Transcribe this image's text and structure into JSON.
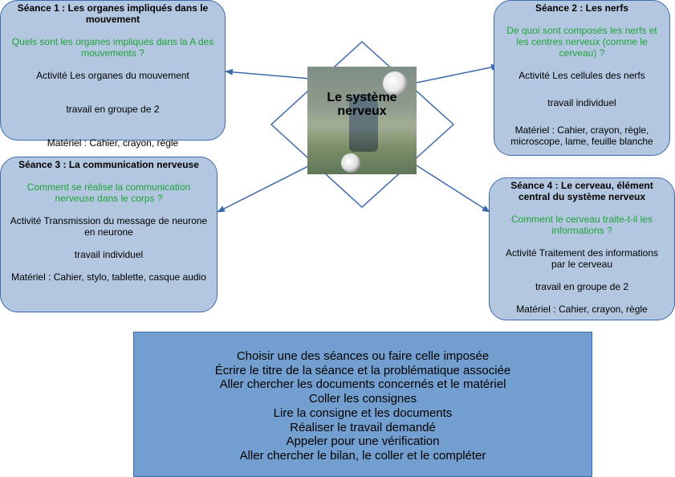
{
  "center": {
    "title": "Le système nerveux"
  },
  "sessions": [
    {
      "title": "Séance 1 : Les organes impliqués dans le mouvement",
      "question": "Quels sont les organes impliqués dans la A des mouvements ?",
      "activity": "Activité Les organes du mouvement",
      "mode": "travail en groupe de 2",
      "material": "Matériel : Cahier, crayon, règle"
    },
    {
      "title": "Séance 2 : Les nerfs",
      "question": "De quoi sont composés les nerfs et les centres nerveux (comme le cerveau) ?",
      "activity": "Activité Les cellules des nerfs",
      "mode": "travail individuel",
      "material": "Matériel : Cahier, crayon, règle, microscope, lame, feuille blanche"
    },
    {
      "title": "Séance 3 : La communication nerveuse",
      "question": "Comment se réalise la communication nerveuse dans le corps ?",
      "activity": "Activité Transmission du message de neurone en neurone",
      "mode": "travail individuel",
      "material": "Matériel : Cahier, stylo, tablette, casque audio"
    },
    {
      "title": "Séance 4 : Le cerveau, élément central du système nerveux",
      "question": "Comment le cerveau traite-t-il les informations ?",
      "activity": "Activité Traitement des informations par le cerveau",
      "mode": "travail en groupe de 2",
      "material": "Matériel : Cahier, crayon, règle"
    }
  ],
  "instructions": [
    "Choisir une des séances ou faire celle imposée",
    "Écrire le titre de la séance et la problématique associée",
    "Aller chercher les documents concernés et le matériel",
    "Coller les consignes",
    "Lire la consigne et les documents",
    "Réaliser le travail demandé",
    "Appeler pour une vérification",
    "Aller chercher le bilan, le coller et le compléter"
  ],
  "colors": {
    "box_fill": "#b3c7e0",
    "box_border": "#3d6aab",
    "question_text": "#1fa33a",
    "instructions_fill": "#729fcf",
    "connector": "#3d6aab"
  }
}
